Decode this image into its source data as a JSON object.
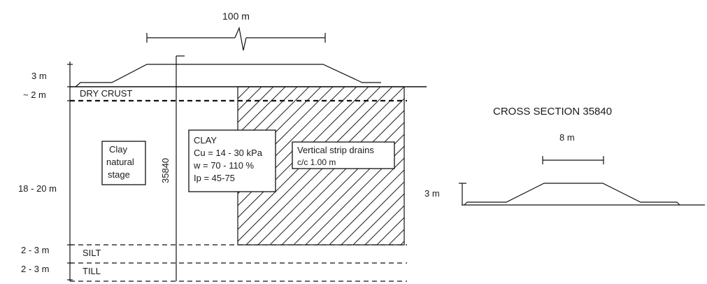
{
  "main_section": {
    "width_label": "100 m",
    "embankment_height_label": "3 m",
    "dry_crust": {
      "thickness": "~ 2 m",
      "label": "DRY CRUST"
    },
    "clay_layer": {
      "thickness": "18 - 20 m"
    },
    "silt": {
      "thickness": "2 - 3 m",
      "label": "SILT"
    },
    "till": {
      "thickness": "2 - 3 m",
      "label": "TILL"
    },
    "section_marker": "35840",
    "clay_natural_box": {
      "line1": "Clay",
      "line2": "natural",
      "line3": "stage"
    },
    "clay_props_box": {
      "line1": "CLAY",
      "line2": "Cu = 14 - 30 kPa",
      "line3": "w = 70 - 110 %",
      "line4": "Ip = 45-75"
    },
    "drains_box": {
      "line1": "Vertical strip drains",
      "line2": "c/c 1.00 m"
    }
  },
  "cross_section": {
    "title": "CROSS SECTION  35840",
    "top_width_label": "8 m",
    "height_label": "3 m"
  }
}
